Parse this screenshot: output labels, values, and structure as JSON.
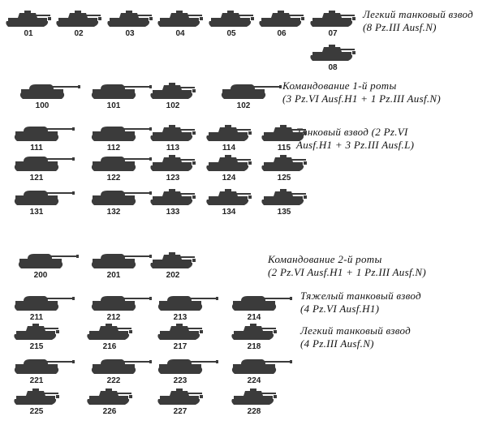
{
  "colors": {
    "silhouette": "#3b3b3b",
    "text": "#111111"
  },
  "captions": [
    {
      "line1": "Легкий танковый взвод",
      "line2": "(8 Pz.III Ausf.N)"
    },
    {
      "line1": "Командование 1-й роты",
      "line2": "(3  Pz.VI  Ausf.H1  +  1 Pz.III Ausf.N)"
    },
    {
      "line1": "Танковый взвод  (2  Pz.VI",
      "line2": "Ausf.H1  +  3  Pz.III Ausf.L)"
    },
    {
      "line1": "Командование 2-й роты",
      "line2": "(2  Pz.VI  Ausf.H1  +  1 Pz.III Ausf.N)"
    },
    {
      "line1": "Тяжелый танковый взвод",
      "line2": "(4 Pz.VI Ausf.H1)"
    },
    {
      "line1": "Легкий танковый взвод",
      "line2": "(4 Pz.III Ausf.N)"
    }
  ],
  "tanks": [
    {
      "number": "01",
      "type": "pz3"
    },
    {
      "number": "02",
      "type": "pz3"
    },
    {
      "number": "03",
      "type": "pz3"
    },
    {
      "number": "04",
      "type": "pz3"
    },
    {
      "number": "05",
      "type": "pz3"
    },
    {
      "number": "06",
      "type": "pz3"
    },
    {
      "number": "07",
      "type": "pz3"
    },
    {
      "number": "08",
      "type": "pz3"
    },
    {
      "number": "100",
      "type": "tiger"
    },
    {
      "number": "101",
      "type": "tiger"
    },
    {
      "number": "102",
      "type": "pz3"
    },
    {
      "number": "102",
      "type": "tiger"
    },
    {
      "number": "111",
      "type": "tiger"
    },
    {
      "number": "112",
      "type": "tiger"
    },
    {
      "number": "113",
      "type": "pz3"
    },
    {
      "number": "114",
      "type": "pz3"
    },
    {
      "number": "115",
      "type": "pz3"
    },
    {
      "number": "121",
      "type": "tiger"
    },
    {
      "number": "122",
      "type": "tiger"
    },
    {
      "number": "123",
      "type": "pz3"
    },
    {
      "number": "124",
      "type": "pz3"
    },
    {
      "number": "125",
      "type": "pz3"
    },
    {
      "number": "131",
      "type": "tiger"
    },
    {
      "number": "132",
      "type": "tiger"
    },
    {
      "number": "133",
      "type": "pz3"
    },
    {
      "number": "134",
      "type": "pz3"
    },
    {
      "number": "135",
      "type": "pz3"
    },
    {
      "number": "200",
      "type": "tiger"
    },
    {
      "number": "201",
      "type": "tiger"
    },
    {
      "number": "202",
      "type": "pz3"
    },
    {
      "number": "211",
      "type": "tiger"
    },
    {
      "number": "212",
      "type": "tiger"
    },
    {
      "number": "213",
      "type": "tiger"
    },
    {
      "number": "214",
      "type": "tiger"
    },
    {
      "number": "215",
      "type": "pz3"
    },
    {
      "number": "216",
      "type": "pz3"
    },
    {
      "number": "217",
      "type": "pz3"
    },
    {
      "number": "218",
      "type": "pz3"
    },
    {
      "number": "221",
      "type": "tiger"
    },
    {
      "number": "222",
      "type": "tiger"
    },
    {
      "number": "223",
      "type": "tiger"
    },
    {
      "number": "224",
      "type": "tiger"
    },
    {
      "number": "225",
      "type": "pz3"
    },
    {
      "number": "226",
      "type": "pz3"
    },
    {
      "number": "227",
      "type": "pz3"
    },
    {
      "number": "228",
      "type": "pz3"
    }
  ]
}
